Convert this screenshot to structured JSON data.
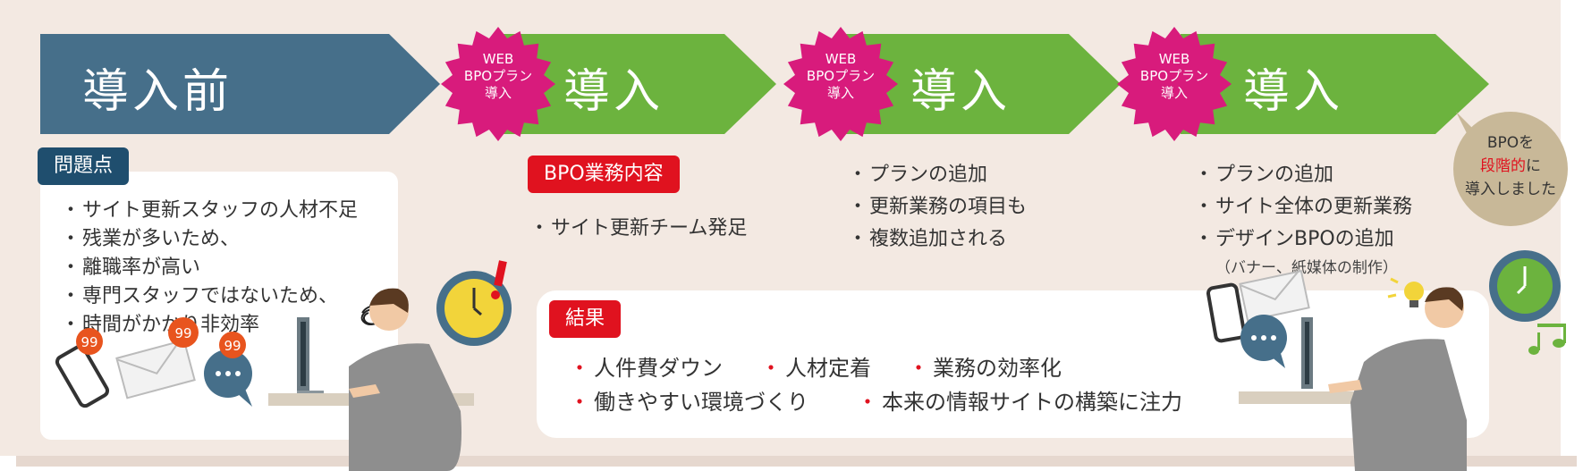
{
  "arrows": [
    {
      "label": "導入前",
      "color": "#466f8a"
    },
    {
      "label": "導入",
      "color": "#6cb33e",
      "badge": [
        "WEB",
        "BPOプラン",
        "導入"
      ]
    },
    {
      "label": "導入",
      "color": "#6cb33e",
      "badge": [
        "WEB",
        "BPOプラン",
        "導入"
      ]
    },
    {
      "label": "導入",
      "color": "#6cb33e",
      "badge": [
        "WEB",
        "BPOプラン",
        "導入"
      ]
    }
  ],
  "badge_color": "#d81b7c",
  "problems": {
    "heading": "問題点",
    "items": [
      "サイト更新スタッフの人材不足",
      "残業が多いため、",
      "離職率が高い",
      "専門スタッフではないため、",
      "時間がかかり非効率"
    ]
  },
  "notification_counts": [
    "99",
    "99",
    "99"
  ],
  "bpo_content": {
    "heading": "BPO業務内容",
    "items": [
      "サイト更新チーム発足"
    ]
  },
  "stage2": {
    "items": [
      "プランの追加",
      "更新業務の項目も",
      "複数追加される"
    ]
  },
  "stage3": {
    "items": [
      "プランの追加",
      "サイト全体の更新業務",
      "デザインBPOの追加"
    ],
    "note": "（バナー、紙媒体の制作）"
  },
  "results": {
    "heading": "結果",
    "row1": [
      "人件費ダウン",
      "人材定着",
      "業務の効率化"
    ],
    "row2": [
      "働きやすい環境づくり",
      "本来の情報サイトの構築に注力"
    ]
  },
  "bubble": {
    "line1_a": "BPO",
    "line1_b": "を",
    "line2_red": "段階的",
    "line2_b": "に",
    "line3": "導入しました"
  },
  "icons": [
    "clock-icon",
    "exclamation-icon",
    "phone-icon",
    "mail-icon",
    "chat-icon",
    "lightbulb-icon",
    "music-note-icon",
    "tangled-thought-icon"
  ]
}
